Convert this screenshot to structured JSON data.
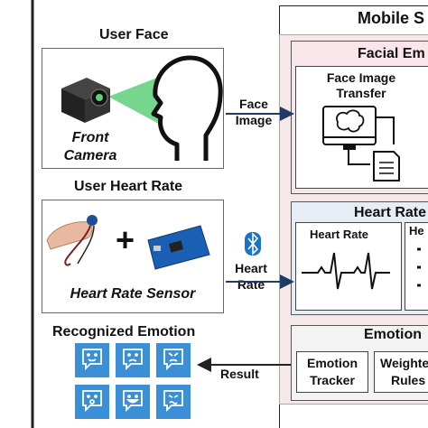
{
  "system": {
    "title": "Mobile S"
  },
  "left": {
    "user_face": {
      "title": "User Face",
      "caption_line1": "Front",
      "caption_line2": "Camera"
    },
    "user_heart_rate": {
      "title": "User Heart Rate",
      "caption": "Heart Rate Sensor",
      "plus": "+"
    },
    "recognized_emotion": {
      "title": "Recognized Emotion"
    }
  },
  "arrows": {
    "face_image_line1": "Face",
    "face_image_line2": "Image",
    "heart_rate_line1": "Heart",
    "heart_rate_line2": "Rate",
    "result": "Result"
  },
  "facial_module": {
    "title": "Facial Em",
    "transfer_line1": "Face Image",
    "transfer_line2": "Transfer"
  },
  "heart_module": {
    "title": "Heart Rate",
    "panel1_title": "Heart Rate",
    "panel2_title": "He"
  },
  "emotion_module": {
    "title": "Emotion",
    "tracker_line1": "Emotion",
    "tracker_line2": "Tracker",
    "rules_line1": "Weighte",
    "rules_line2": "Rules"
  },
  "colors": {
    "system_bg": "#f6e7e9",
    "facial_bg": "#f8e6ea",
    "heart_bg": "#e6edf5",
    "emotion_bg": "#f0f0f0",
    "camera_beam": "#5fcf7a",
    "emotion_tile": "#3a8fd6",
    "bluetooth": "#1a73c8"
  }
}
